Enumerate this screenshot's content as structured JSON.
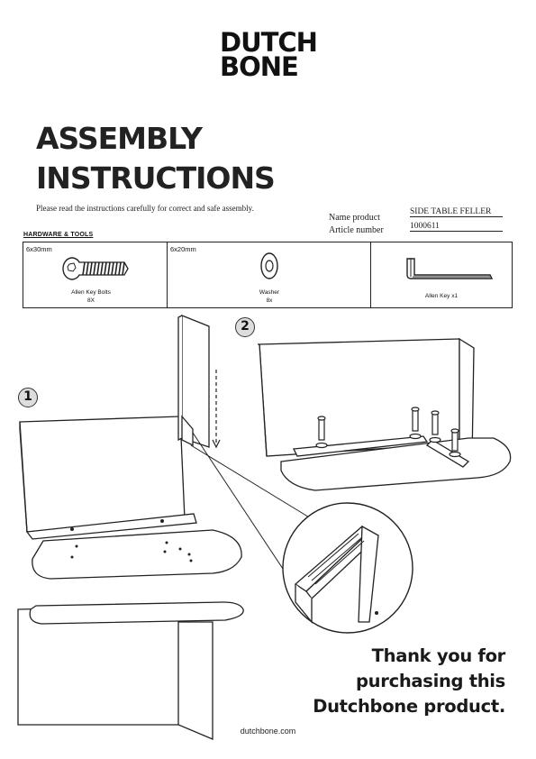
{
  "brand": {
    "logo_line1": "DUTCH",
    "logo_line2": "BONE"
  },
  "title": {
    "line1": "ASSEMBLY",
    "line2": "INSTRUCTIONS"
  },
  "intro_note": "Please read the instructions carefully for correct and safe assembly.",
  "product": {
    "name_label": "Name product",
    "name_value": "SIDE TABLE FELLER",
    "article_label": "Article number",
    "article_value": "1000611"
  },
  "hardware": {
    "heading": "HARDWARE & TOOLS",
    "items": [
      {
        "size": "6x30mm",
        "name": "Allen Key Bolts",
        "qty": "8X",
        "icon": "bolt-icon"
      },
      {
        "size": "6x20mm",
        "name": "Washer",
        "qty": "8x",
        "icon": "washer-icon"
      },
      {
        "size": "",
        "name": "Allen Key x1",
        "qty": "",
        "icon": "allen-key-icon"
      }
    ]
  },
  "steps": [
    {
      "number": "1"
    },
    {
      "number": "2"
    }
  ],
  "thanks": {
    "line1": "Thank you for",
    "line2": "purchasing this",
    "line3": "Dutchbone product."
  },
  "footer": {
    "website": "dutchbone.com"
  }
}
